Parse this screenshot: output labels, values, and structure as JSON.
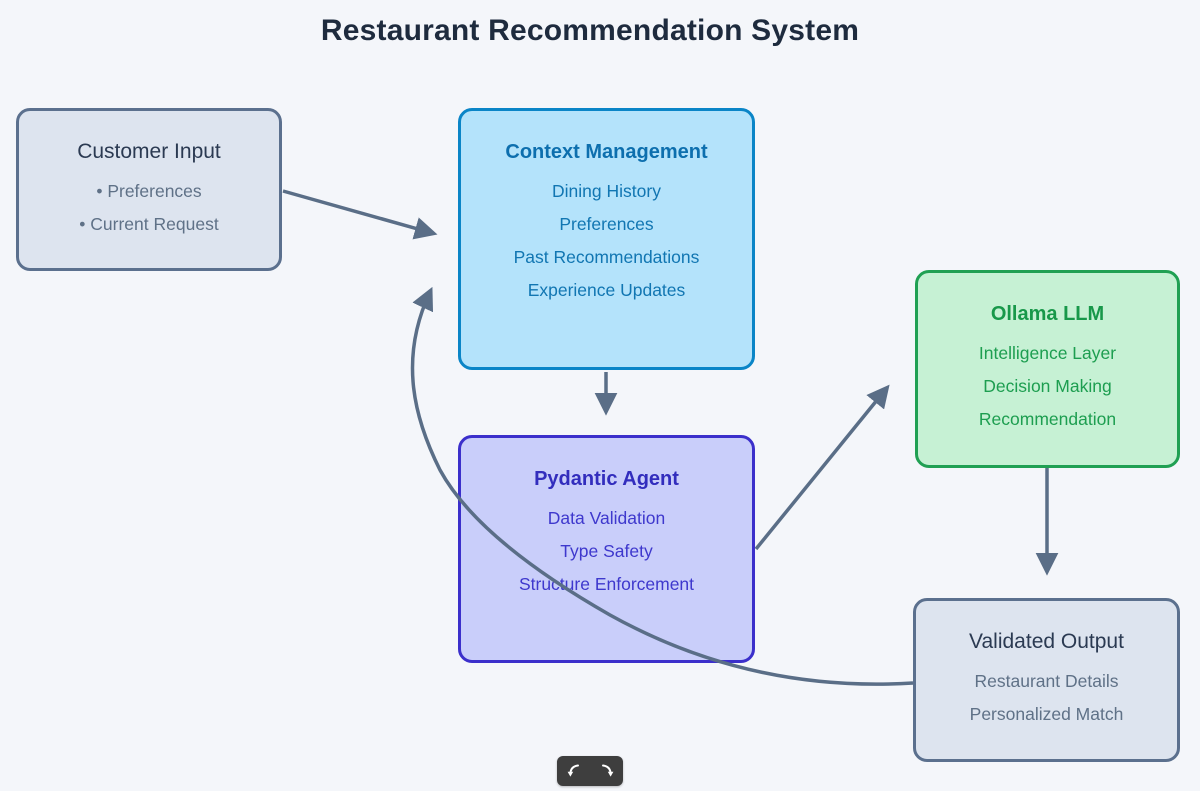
{
  "title": "Restaurant Recommendation System",
  "colors": {
    "background": "#f4f6fa",
    "edge": "#5a6e87",
    "title_text": "#1e2b3e",
    "control_bar": "#3e3e3e",
    "control_icon": "#ffffff"
  },
  "nodes": [
    {
      "id": "customer-input",
      "title": "Customer Input",
      "items": [
        "• Preferences",
        "• Current Request"
      ],
      "fill": "#dde4ef",
      "border": "#5b708e",
      "title_color": "#2b3a52",
      "item_color": "#5f7187"
    },
    {
      "id": "context-management",
      "title": "Context Management",
      "items": [
        "Dining History",
        "Preferences",
        "Past Recommendations",
        "Experience Updates"
      ],
      "fill": "#b4e3fb",
      "border": "#0a85c7",
      "title_color": "#0d6fae",
      "item_color": "#1176b2"
    },
    {
      "id": "pydantic-agent",
      "title": "Pydantic Agent",
      "items": [
        "Data Validation",
        "Type Safety",
        "Structure Enforcement"
      ],
      "fill": "#c9cefa",
      "border": "#3b2fcb",
      "title_color": "#322dbd",
      "item_color": "#3e38cd"
    },
    {
      "id": "ollama-llm",
      "title": "Ollama LLM",
      "items": [
        "Intelligence Layer",
        "Decision Making",
        "Recommendation"
      ],
      "fill": "#c6f1d4",
      "border": "#20a053",
      "title_color": "#18984a",
      "item_color": "#1d9e50"
    },
    {
      "id": "validated-output",
      "title": "Validated Output",
      "items": [
        "Restaurant Details",
        "Personalized Match"
      ],
      "fill": "#dde4ef",
      "border": "#5b708e",
      "title_color": "#2b3a52",
      "item_color": "#5f7187"
    }
  ],
  "edges": [
    {
      "from": "customer-input",
      "to": "context-management"
    },
    {
      "from": "context-management",
      "to": "pydantic-agent"
    },
    {
      "from": "pydantic-agent",
      "to": "ollama-llm"
    },
    {
      "from": "ollama-llm",
      "to": "validated-output"
    },
    {
      "from": "validated-output",
      "to": "context-management"
    }
  ],
  "controls": {
    "buttons": [
      {
        "name": "curved-arrow-left",
        "icon": "curved-arrow-down-left-icon"
      },
      {
        "name": "curved-arrow-right",
        "icon": "curved-arrow-down-right-icon"
      }
    ]
  }
}
